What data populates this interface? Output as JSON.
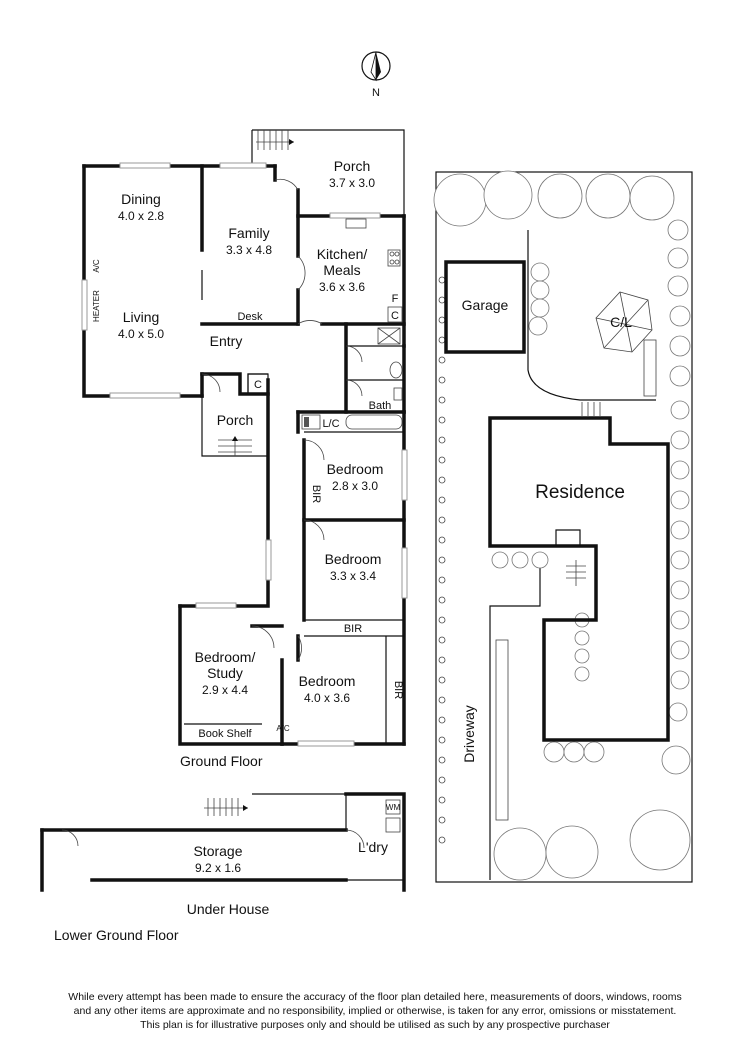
{
  "compass": {
    "label": "N"
  },
  "ground_floor": {
    "title": "Ground Floor",
    "rooms": {
      "dining": {
        "name": "Dining",
        "dims": "4.0 x 2.8"
      },
      "family": {
        "name": "Family",
        "dims": "3.3 x 4.8"
      },
      "porch_top": {
        "name": "Porch",
        "dims": "3.7 x 3.0"
      },
      "kitchen": {
        "name_line1": "Kitchen/",
        "name_line2": "Meals",
        "dims": "3.6 x 3.6"
      },
      "living": {
        "name": "Living",
        "dims": "4.0 x 5.0"
      },
      "porch_entry": {
        "name": "Porch"
      },
      "entry": {
        "name": "Entry"
      },
      "bath": {
        "name": "Bath"
      },
      "bedroom_1": {
        "name": "Bedroom",
        "dims": "2.8 x 3.0"
      },
      "bedroom_2": {
        "name": "Bedroom",
        "dims": "3.3 x 3.4"
      },
      "bedroom_3": {
        "name": "Bedroom",
        "dims": "4.0 x 3.6"
      },
      "study": {
        "name_line1": "Bedroom/",
        "name_line2": "Study",
        "dims": "2.9 x 4.4"
      }
    },
    "fixtures": {
      "desk": "Desk",
      "f": "F",
      "c_kitchen": "C",
      "c_entry": "C",
      "lc": "L/C",
      "bir_1": "BIR",
      "bir_2": "BIR",
      "bir_3": "BIR",
      "book_shelf": "Book Shelf",
      "ac_bottom": "A/C",
      "ac_living": "A/C",
      "heater": "HEATER"
    }
  },
  "lower_floor": {
    "title": "Lower Ground Floor",
    "under_house": "Under House",
    "storage": {
      "name": "Storage",
      "dims": "9.2 x 1.6"
    },
    "laundry": "L'dry",
    "wm": "WM"
  },
  "site": {
    "garage": "Garage",
    "residence": "Residence",
    "cl": "C/L",
    "driveway": "Driveway"
  },
  "disclaimer": {
    "line1": "While every attempt has been made to ensure the accuracy of the floor plan detailed here, measurements of doors, windows, rooms",
    "line2": "and any other items are approximate and no responsibility, implied or otherwise, is taken for any error, omissions or misstatement.",
    "line3": "This plan is for illustrative purposes only and should be utilised as such by any prospective purchaser"
  }
}
